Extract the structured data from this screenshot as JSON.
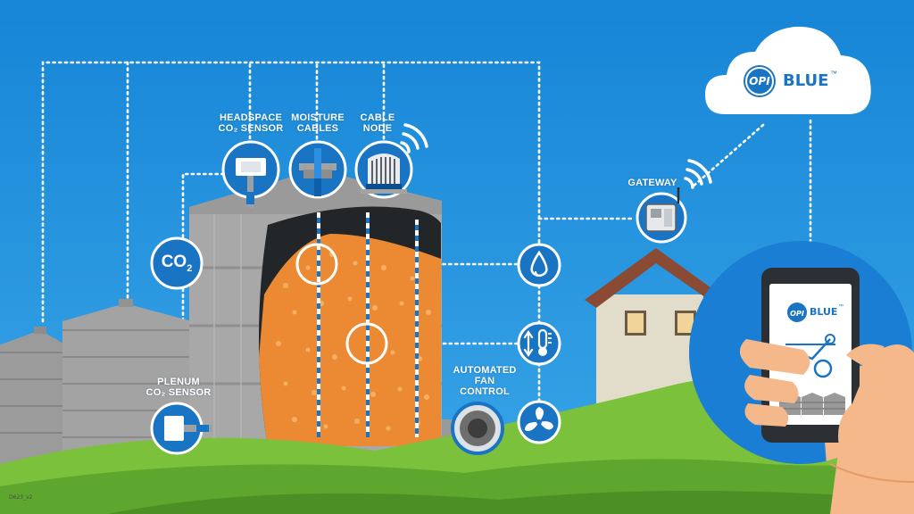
{
  "labels": {
    "headspace": [
      "HEADSPACE",
      "CO₂ SENSOR"
    ],
    "moisture": [
      "MOISTURE",
      "CABLES"
    ],
    "cable_node": [
      "CABLE",
      "NODE"
    ],
    "gateway": [
      "GATEWAY"
    ],
    "plenum": [
      "PLENUM",
      "CO₂ SENSOR"
    ],
    "fan": [
      "AUTOMATED",
      "FAN",
      "CONTROL"
    ]
  },
  "co2_badge": {
    "main": "CO",
    "sub": "2"
  },
  "brand": {
    "opi": "OPI",
    "blue": "BLUE",
    "tm": "™"
  },
  "phone_brand": {
    "opi": "OPI",
    "blue": "BLUE",
    "tm": "™"
  },
  "doc_code": "D623_v2",
  "colors": {
    "sky": "#1a8fdc",
    "accent_blue": "#1a74c4",
    "grain": "#ee8b32",
    "grass": "#7cc13b",
    "bin": "#a7a7a7",
    "cloud": "#ffffff"
  },
  "icons": [
    "cloud-icon",
    "wifi-signal-icon",
    "water-drop-icon",
    "thermometer-icon",
    "fan-icon",
    "gateway-device-icon",
    "phone-icon",
    "hand-icon"
  ]
}
